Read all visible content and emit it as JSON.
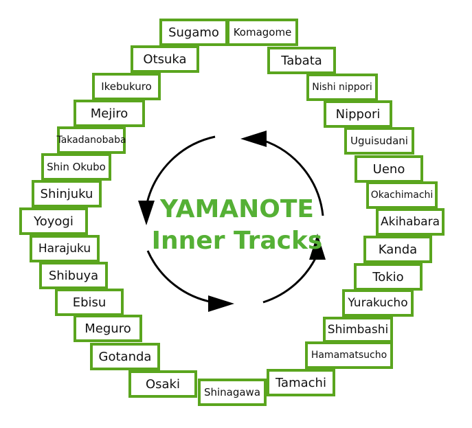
{
  "title": {
    "line1": "YAMANOTE",
    "line2": "Inner Tracks"
  },
  "stations": [
    "Sugamo",
    "Komagome",
    "Tabata",
    "Nishi nippori",
    "Nippori",
    "Uguisudani",
    "Ueno",
    "Okachimachi",
    "Akihabara",
    "Kanda",
    "Tokio",
    "Yurakucho",
    "Shimbashi",
    "Hamamatsucho",
    "Tamachi",
    "Shinagawa",
    "Osaki",
    "Gotanda",
    "Meguro",
    "Ebisu",
    "Shibuya",
    "Harajuku",
    "Yoyogi",
    "Shinjuku",
    "Shin Okubo",
    "Takadanobaba",
    "Mejiro",
    "Ikebukuro",
    "Otsuka"
  ],
  "direction": "counter-clockwise",
  "colors": {
    "border": "#5aa51e",
    "title": "#55b035",
    "arrow": "#000000"
  }
}
